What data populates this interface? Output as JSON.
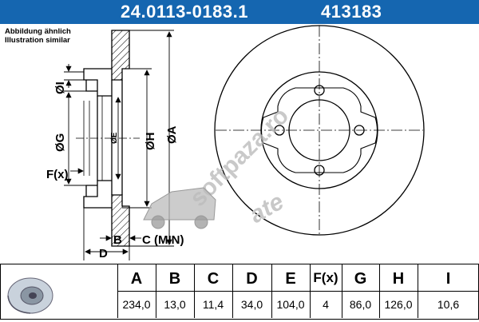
{
  "header": {
    "part_number": "24.0113-0183.1",
    "reference": "413183",
    "background_color": "#1566b0"
  },
  "note": {
    "line1": "Abbildung ähnlich",
    "line2": "Illustration similar"
  },
  "drawing": {
    "labels": {
      "A": "ØA",
      "E": "ØE",
      "G": "ØG",
      "H": "ØH",
      "I": "ØI",
      "F": "F(x)",
      "B": "B",
      "C": "C (MIN)",
      "D": "D"
    },
    "watermark": "softpaza.ro",
    "brand_logo": "ate"
  },
  "table": {
    "columns": [
      {
        "key": "A",
        "header": "A",
        "value": "234,0"
      },
      {
        "key": "B",
        "header": "B",
        "value": "13,0"
      },
      {
        "key": "C",
        "header": "C",
        "value": "11,4"
      },
      {
        "key": "D",
        "header": "D",
        "value": "34,0"
      },
      {
        "key": "E",
        "header": "E",
        "value": "104,0"
      },
      {
        "key": "F",
        "header": "F(x)",
        "value": "4"
      },
      {
        "key": "G",
        "header": "G",
        "value": "86,0"
      },
      {
        "key": "H",
        "header": "H",
        "value": "126,0"
      },
      {
        "key": "I",
        "header": "I",
        "value": "10,6"
      }
    ]
  }
}
